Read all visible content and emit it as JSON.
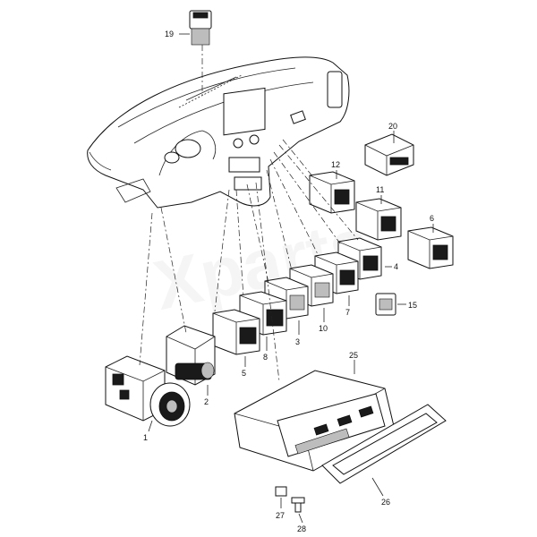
{
  "watermark": "Xparts",
  "callouts": [
    {
      "id": "c1",
      "label": "1"
    },
    {
      "id": "c2",
      "label": "2"
    },
    {
      "id": "c3",
      "label": "3"
    },
    {
      "id": "c4",
      "label": "4"
    },
    {
      "id": "c5",
      "label": "5"
    },
    {
      "id": "c6",
      "label": "6"
    },
    {
      "id": "c7",
      "label": "7"
    },
    {
      "id": "c8",
      "label": "8"
    },
    {
      "id": "c10",
      "label": "10"
    },
    {
      "id": "c11",
      "label": "11"
    },
    {
      "id": "c12",
      "label": "12"
    },
    {
      "id": "c15",
      "label": "15"
    },
    {
      "id": "c19",
      "label": "19"
    },
    {
      "id": "c20",
      "label": "20"
    },
    {
      "id": "c25",
      "label": "25"
    },
    {
      "id": "c26",
      "label": "26"
    },
    {
      "id": "c27",
      "label": "27"
    },
    {
      "id": "c28",
      "label": "28"
    }
  ]
}
